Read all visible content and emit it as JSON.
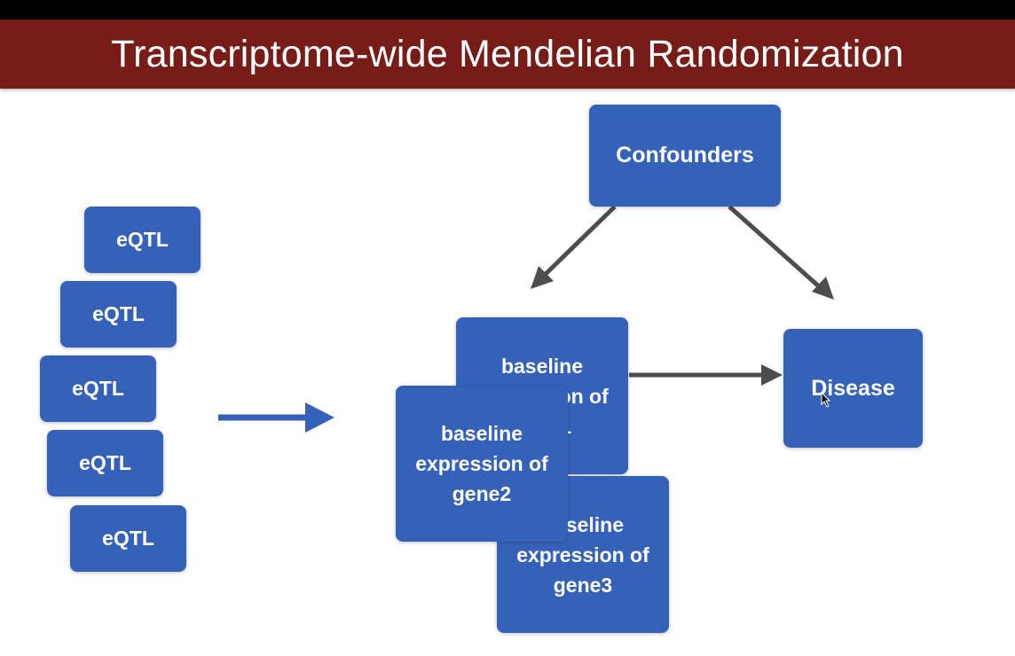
{
  "title": "Transcriptome-wide Mendelian Randomization",
  "eqtl_boxes": [
    "eQTL",
    "eQTL",
    "eQTL",
    "eQTL",
    "eQTL"
  ],
  "confounders": "Confounders",
  "disease": "Disease",
  "gene1": [
    "baseline",
    "expression of",
    "gene1"
  ],
  "gene2": [
    "baseline",
    "expression of",
    "gene2"
  ],
  "gene3": [
    "baseline",
    "expression of",
    "gene3"
  ],
  "colors": {
    "title_bar": "#771d18",
    "box": "#3562b8",
    "arrow_blue": "#3562b8",
    "arrow_gray": "#4d4d4d"
  }
}
